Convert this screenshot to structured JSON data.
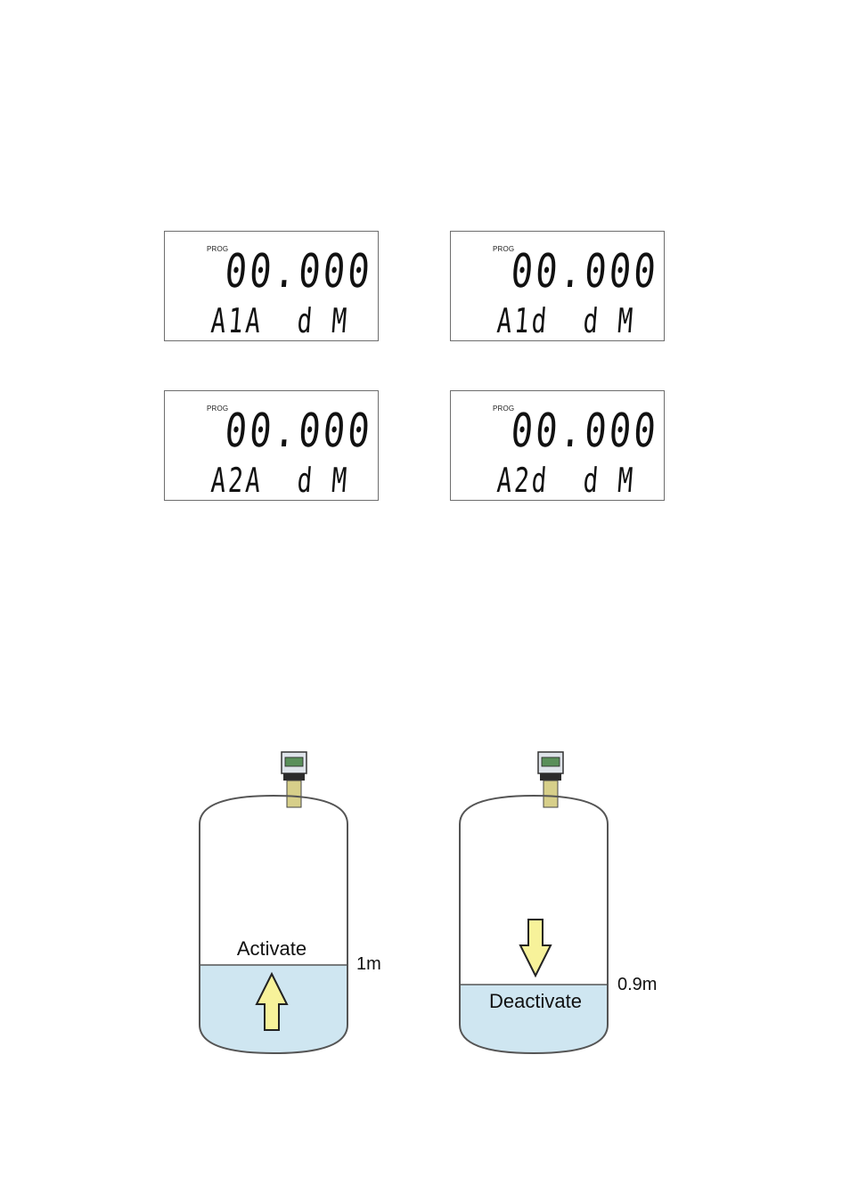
{
  "displays": [
    {
      "prog": "PROG",
      "value": "00.000",
      "code": "A1A  d M"
    },
    {
      "prog": "PROG",
      "value": "00.000",
      "code": "A1d  d M"
    },
    {
      "prog": "PROG",
      "value": "00.000",
      "code": "A2A  d M"
    },
    {
      "prog": "PROG",
      "value": "00.000",
      "code": "A2d  d M"
    }
  ],
  "tanks": [
    {
      "label": "Activate",
      "level": "1m",
      "arrow": "up-arrow"
    },
    {
      "label": "Deactivate",
      "level": "0.9m",
      "arrow": "down-arrow"
    }
  ],
  "colors": {
    "liquid": "#cfe6f1",
    "arrow": "#f7f29a",
    "outline": "#555555"
  }
}
